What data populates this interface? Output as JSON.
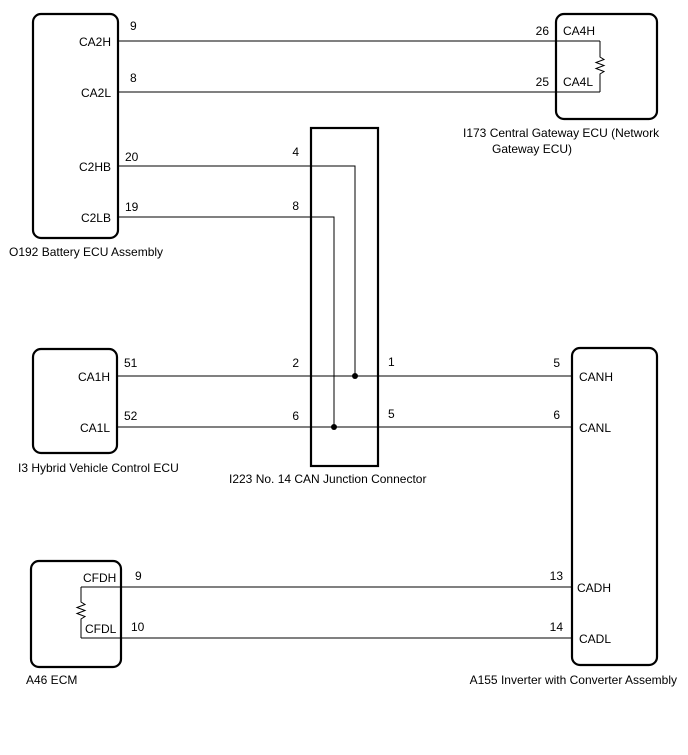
{
  "components": {
    "battery_ecu": {
      "name": "O192 Battery ECU Assembly",
      "pins": [
        "CA2H",
        "CA2L",
        "C2HB",
        "C2LB"
      ]
    },
    "gateway_ecu": {
      "name_line1": "I173 Central Gateway ECU (Network",
      "name_line2": "Gateway ECU)",
      "pins": [
        "CA4H",
        "CA4L"
      ]
    },
    "junction": {
      "name": "I223  No. 14 CAN Junction Connector"
    },
    "hv_ecu": {
      "name": "I3  Hybrid Vehicle Control ECU",
      "pins": [
        "CA1H",
        "CA1L"
      ]
    },
    "inverter": {
      "name": "A155  Inverter with Converter Assembly",
      "pins": [
        "CANH",
        "CANL",
        "CADH",
        "CADL"
      ]
    },
    "ecm": {
      "name": "A46  ECM",
      "pins": [
        "CFDH",
        "CFDL"
      ]
    }
  },
  "pin_numbers": {
    "ca2h": "9",
    "ca2l": "8",
    "ca4h": "26",
    "ca4l": "25",
    "c2hb": "20",
    "c2lb": "19",
    "jc_4": "4",
    "jc_8": "8",
    "ca1h": "51",
    "ca1l": "52",
    "jc_2": "2",
    "jc_6": "6",
    "jc_1": "1",
    "jc_5": "5",
    "canh": "5",
    "canl": "6",
    "cfdh": "9",
    "cfdl": "10",
    "cadh": "13",
    "cadl": "14"
  }
}
